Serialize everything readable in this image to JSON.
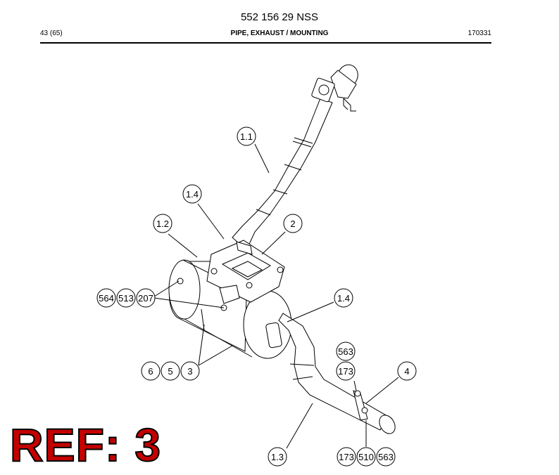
{
  "header": {
    "title": "552 156 29 NSS",
    "page": "43 (65)",
    "heading": "PIPE, EXHAUST / MOUNTING",
    "date": "170331"
  },
  "callouts": {
    "c1_1": "1.1",
    "c1_4a": "1.4",
    "c1_2": "1.2",
    "c2": "2",
    "c564": "564",
    "c513": "513",
    "c207": "207",
    "c1_4b": "1.4",
    "c563a": "563",
    "c173a": "173",
    "c4": "4",
    "c6": "6",
    "c5": "5",
    "c3": "3",
    "c1_3": "1.3",
    "c173b": "173",
    "c510": "510",
    "c563b": "563"
  },
  "ref_label": "REF: 3"
}
